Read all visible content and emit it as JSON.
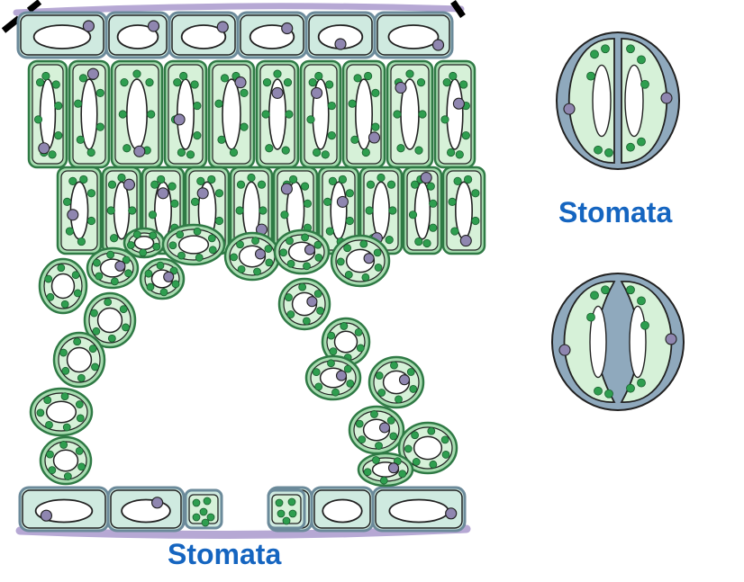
{
  "labels": {
    "stomata_bottom": "Stomata",
    "stomata_right": "Stomata"
  },
  "colors": {
    "label": "#1565c0",
    "epidermis_fill": "#cfeae0",
    "epidermis_stroke": "#6b8a9a",
    "cuticle": "#b6a8d4",
    "cell_fill": "#a7dcb0",
    "cell_inner": "#d6f1d8",
    "cell_stroke": "#2f7a45",
    "chloroplast": "#2e9e4f",
    "nucleus": "#8f86b0",
    "guard_outer": "#8fa9bd",
    "outline": "#222222"
  },
  "icons": [
    "leaf-cross-section",
    "stomata-closed",
    "stomata-open"
  ]
}
